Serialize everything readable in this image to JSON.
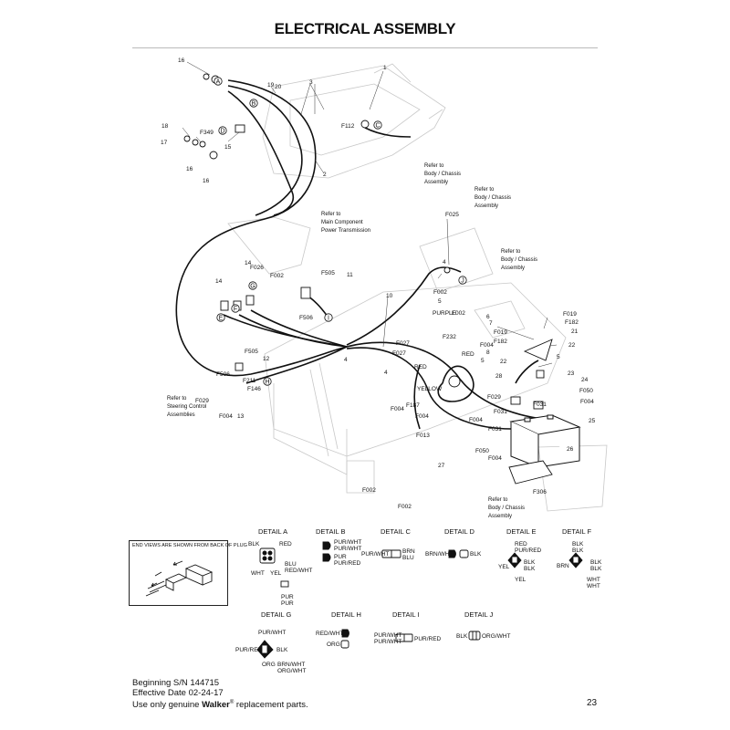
{
  "title": "ELECTRICAL ASSEMBLY",
  "parts": [
    "1",
    "2",
    "3",
    "4",
    "5",
    "6",
    "7",
    "8",
    "10",
    "11",
    "12",
    "13",
    "14",
    "15",
    "16",
    "17",
    "18",
    "19",
    "20",
    "21",
    "22",
    "23",
    "24",
    "25",
    "26",
    "27",
    "28"
  ],
  "refs": [
    "F002",
    "F004",
    "F013",
    "F019",
    "F025",
    "F026",
    "F027",
    "F029",
    "F031",
    "F050",
    "F112",
    "F146",
    "F182",
    "F187",
    "F211",
    "F232",
    "F306",
    "F349",
    "F505",
    "F506"
  ],
  "wire_labels": {
    "purple": "PURPLE",
    "red": "RED",
    "yellow": "YELLOW"
  },
  "notes": {
    "body_chassis": [
      "Refer to",
      "Body / Chassis",
      "Assembly"
    ],
    "main_component": [
      "Refer to",
      "Main Component",
      "Power Transmission"
    ],
    "steering": [
      "Refer to",
      "Steering Control",
      "Assemblies"
    ]
  },
  "end_views_note": "END VIEWS ARE SHOWN FROM BACK OF PLUG",
  "details": {
    "a": {
      "title": "DETAIL A",
      "labels": [
        "BLK",
        "RED",
        "BLU",
        "RED/WHT",
        "WHT",
        "YEL",
        "PUR",
        "PUR"
      ]
    },
    "b": {
      "title": "DETAIL B",
      "labels": [
        "PUR/WHT",
        "PUR/WHT",
        "PUR",
        "PUR/RED"
      ]
    },
    "c": {
      "title": "DETAIL C",
      "labels": [
        "PUR/WHT",
        "BRN",
        "BLU"
      ]
    },
    "d": {
      "title": "DETAIL D",
      "labels": [
        "BRN/WHT",
        "BLK"
      ]
    },
    "e": {
      "title": "DETAIL E",
      "labels": [
        "RED",
        "PUR/RED",
        "YEL",
        "BLK",
        "BLK",
        "YEL"
      ]
    },
    "f": {
      "title": "DETAIL F",
      "labels": [
        "BLK",
        "BLK",
        "BRN",
        "BLK",
        "BLK",
        "WHT",
        "WHT"
      ]
    },
    "g": {
      "title": "DETAIL G",
      "labels": [
        "PUR/WHT",
        "PUR/RED",
        "BLK",
        "ORG",
        "BRN/WHT",
        "ORG/WHT"
      ]
    },
    "h": {
      "title": "DETAIL H",
      "labels": [
        "RED/WHT",
        "ORG"
      ]
    },
    "i": {
      "title": "DETAIL I",
      "labels": [
        "PUR/WHT",
        "PUR/WHT",
        "PUR/RED"
      ]
    },
    "j": {
      "title": "DETAIL J",
      "labels": [
        "BLK",
        "ORG/WHT"
      ]
    }
  },
  "footer": {
    "serial": "Beginning S/N 144715",
    "effective": "Effective Date 02-24-17",
    "use_prefix": "Use only genuine ",
    "brand": "Walker",
    "reg": "®",
    "use_suffix": " replacement parts.",
    "page": "23"
  }
}
